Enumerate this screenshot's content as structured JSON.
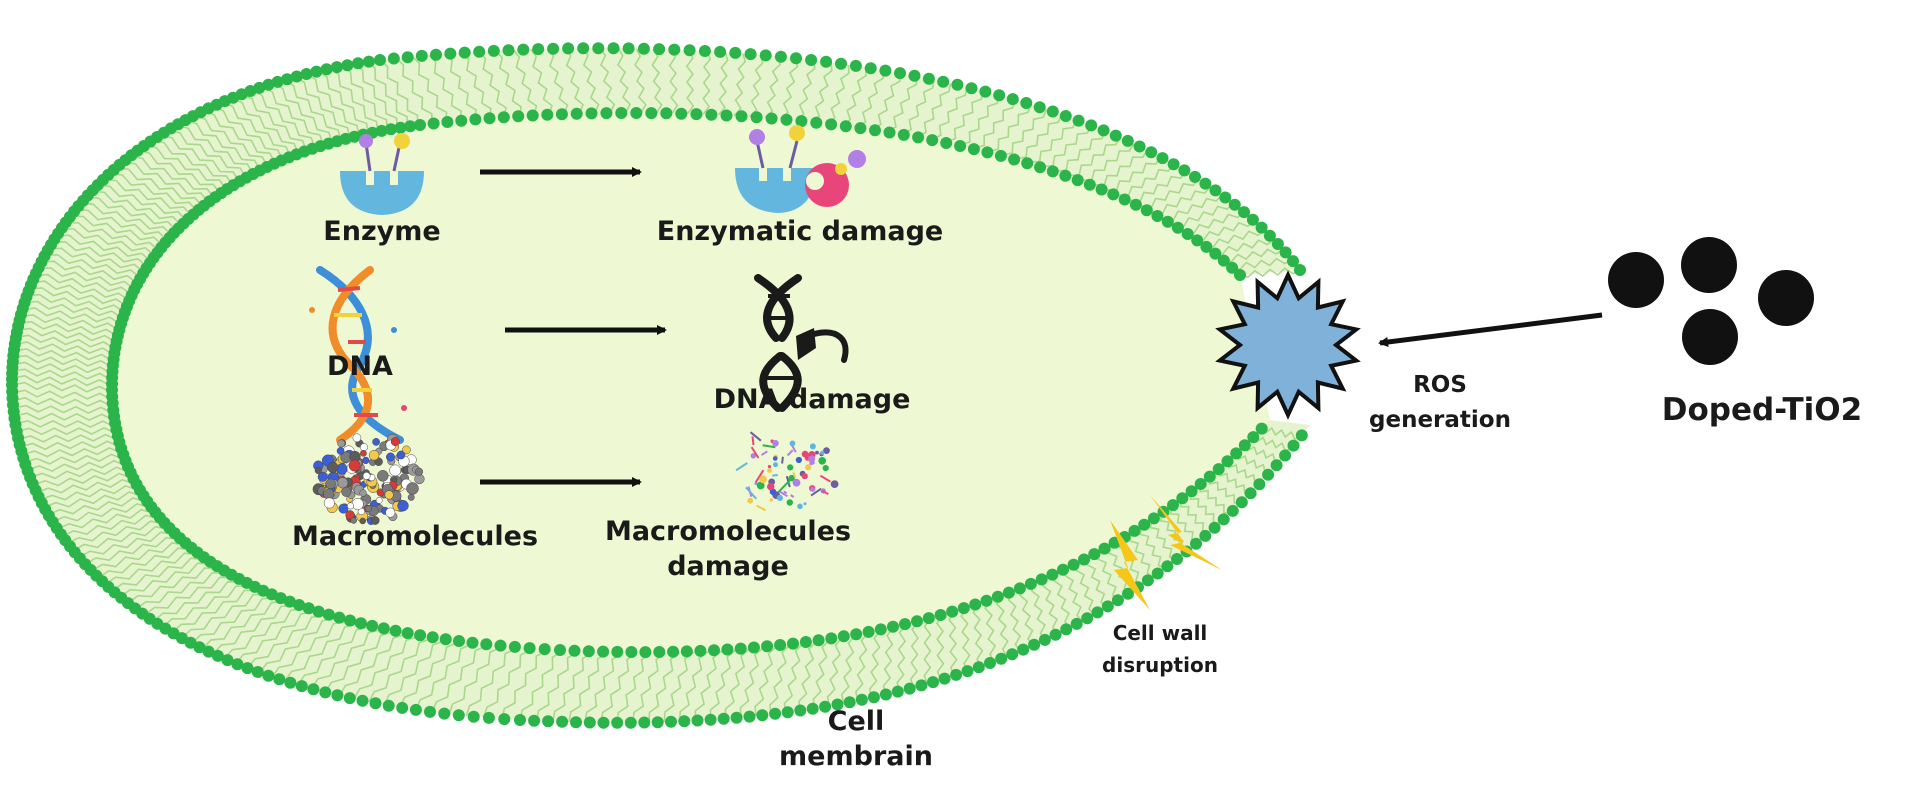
{
  "labels": {
    "enzyme": "Enzyme",
    "enzymatic_damage": "Enzymatic damage",
    "dna": "DNA",
    "dna_damage": "DNA damage",
    "macromolecules": "Macromolecules",
    "macromolecules_damage_line1": "Macromolecules",
    "macromolecules_damage_line2": "damage",
    "ros_line1": "ROS",
    "ros_line2": "generation",
    "doped_tio2": "Doped-TiO2",
    "cell_wall_line1": "Cell wall",
    "cell_wall_line2": "disruption",
    "cell_membrane_line1": "Cell",
    "cell_membrane_line2": "membrain"
  },
  "colors": {
    "cytoplasm": "#eef8d2",
    "membrane_lines": "#a9d88a",
    "membrane_beads": "#2bb44a",
    "ros_star": "#7fb1d9",
    "lightning": "#f6c619",
    "particles": "#111111",
    "arrows": "#111111",
    "enzyme_blue": "#63b7df",
    "enzyme_pink": "#e8467a",
    "ligand_yellow": "#f2d23a",
    "ligand_purple": "#b27fe6"
  },
  "icons": [
    "enzyme-icon",
    "enzymatic-damage-icon",
    "dna-helix-icon",
    "dna-damage-icon",
    "macromolecule-cluster-icon",
    "macromolecule-debris-icon",
    "ros-burst-icon",
    "lightning-bolt-icon",
    "nanoparticle-icon"
  ]
}
